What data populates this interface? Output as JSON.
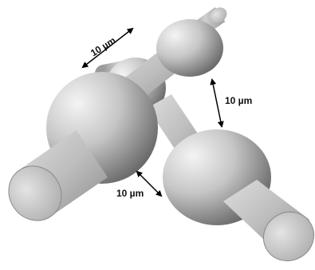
{
  "diagram": {
    "labels": {
      "top_left": "10 µm",
      "right": "10 µm",
      "bottom": "10 µm"
    },
    "colors": {
      "background": "#ffffff",
      "sphere_highlight": "#f2f2f2",
      "sphere_shadow": "#606060",
      "cylinder_light": "#d8d8d8",
      "cylinder_dark": "#8a8a8a",
      "arrow": "#000000"
    }
  }
}
